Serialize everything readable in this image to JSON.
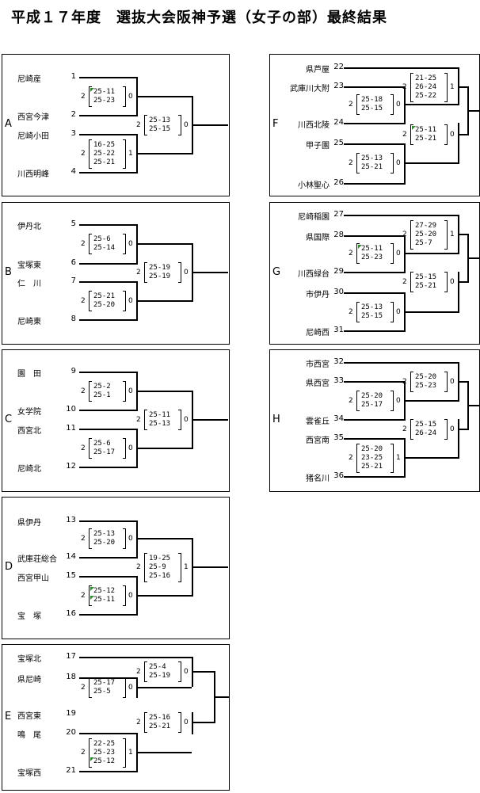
{
  "title": "平成１７年度　選抜大会阪神予選（女子の部）最終結果",
  "blocks": [
    {
      "letter": "A",
      "teams": [
        {
          "num": "1",
          "name": "尼崎産"
        },
        {
          "num": "2",
          "name": "西宮今津"
        },
        {
          "num": "3",
          "name": "尼崎小田"
        },
        {
          "num": "4",
          "name": "川西明峰"
        }
      ],
      "matches": [
        {
          "left": "2",
          "right": "0",
          "sets": [
            "25-11",
            "25-23"
          ],
          "marked": [
            true,
            false
          ]
        },
        {
          "left": "2",
          "right": "1",
          "sets": [
            "16-25",
            "25-22",
            "25-21"
          ],
          "marked": [
            false,
            false,
            false
          ]
        },
        {
          "left": "2",
          "right": "0",
          "sets": [
            "25-13",
            "25-15"
          ],
          "marked": [
            false,
            false
          ]
        }
      ]
    },
    {
      "letter": "B",
      "teams": [
        {
          "num": "5",
          "name": "伊丹北"
        },
        {
          "num": "6",
          "name": "宝塚東"
        },
        {
          "num": "7",
          "name": "仁　川"
        },
        {
          "num": "8",
          "name": "尼崎東"
        }
      ],
      "matches": [
        {
          "left": "2",
          "right": "0",
          "sets": [
            "25-6",
            "25-14"
          ],
          "marked": [
            false,
            false
          ]
        },
        {
          "left": "2",
          "right": "0",
          "sets": [
            "25-21",
            "25-20"
          ],
          "marked": [
            false,
            false
          ]
        },
        {
          "left": "2",
          "right": "0",
          "sets": [
            "25-19",
            "25-19"
          ],
          "marked": [
            false,
            false
          ]
        }
      ]
    },
    {
      "letter": "C",
      "teams": [
        {
          "num": "9",
          "name": "園　田"
        },
        {
          "num": "10",
          "name": "女学院"
        },
        {
          "num": "11",
          "name": "西宮北"
        },
        {
          "num": "12",
          "name": "尼崎北"
        }
      ],
      "matches": [
        {
          "left": "2",
          "right": "0",
          "sets": [
            "25-2",
            "25-1"
          ],
          "marked": [
            false,
            false
          ]
        },
        {
          "left": "2",
          "right": "0",
          "sets": [
            "25-6",
            "25-17"
          ],
          "marked": [
            false,
            false
          ]
        },
        {
          "left": "2",
          "right": "0",
          "sets": [
            "25-11",
            "25-13"
          ],
          "marked": [
            false,
            false
          ]
        }
      ]
    },
    {
      "letter": "D",
      "teams": [
        {
          "num": "13",
          "name": "県伊丹"
        },
        {
          "num": "14",
          "name": "武庫荘総合"
        },
        {
          "num": "15",
          "name": "西宮甲山"
        },
        {
          "num": "16",
          "name": "宝　塚"
        }
      ],
      "matches": [
        {
          "left": "2",
          "right": "0",
          "sets": [
            "25-13",
            "25-20"
          ],
          "marked": [
            false,
            false
          ]
        },
        {
          "left": "2",
          "right": "0",
          "sets": [
            "25-12",
            "25-11"
          ],
          "marked": [
            true,
            true
          ]
        },
        {
          "left": "2",
          "right": "1",
          "sets": [
            "19-25",
            "25-9",
            "25-16"
          ],
          "marked": [
            false,
            false,
            false
          ]
        }
      ]
    },
    {
      "letter": "E",
      "teams": [
        {
          "num": "17",
          "name": "宝塚北"
        },
        {
          "num": "18",
          "name": "県尼崎"
        },
        {
          "num": "19",
          "name": "西宮東"
        },
        {
          "num": "20",
          "name": "鳴　尾"
        },
        {
          "num": "21",
          "name": "宝塚西"
        }
      ],
      "matches": [
        {
          "left": "2",
          "right": "0",
          "sets": [
            "25-4",
            "25-19"
          ],
          "marked": [
            false,
            false
          ]
        },
        {
          "left": "2",
          "right": "0",
          "sets": [
            "25-17",
            "25-5"
          ],
          "marked": [
            false,
            false
          ]
        },
        {
          "left": "2",
          "right": "0",
          "sets": [
            "25-16",
            "25-21"
          ],
          "marked": [
            false,
            false
          ]
        },
        {
          "left": "2",
          "right": "1",
          "sets": [
            "22-25",
            "25-23",
            "25-12"
          ],
          "marked": [
            false,
            false,
            true
          ]
        }
      ]
    },
    {
      "letter": "F",
      "teams": [
        {
          "num": "22",
          "name": "県芦屋"
        },
        {
          "num": "23",
          "name": "武庫川大附"
        },
        {
          "num": "24",
          "name": "川西北陵"
        },
        {
          "num": "25",
          "name": "甲子園"
        },
        {
          "num": "26",
          "name": "小林聖心"
        }
      ],
      "matches": [
        {
          "left": "2",
          "right": "1",
          "sets": [
            "21-25",
            "26-24",
            "25-22"
          ],
          "marked": [
            false,
            false,
            false
          ]
        },
        {
          "left": "2",
          "right": "0",
          "sets": [
            "25-18",
            "25-15"
          ],
          "marked": [
            false,
            false
          ]
        },
        {
          "left": "2",
          "right": "0",
          "sets": [
            "25-11",
            "25-21"
          ],
          "marked": [
            true,
            false
          ]
        },
        {
          "left": "2",
          "right": "0",
          "sets": [
            "25-13",
            "25-21"
          ],
          "marked": [
            false,
            false
          ]
        }
      ]
    },
    {
      "letter": "G",
      "teams": [
        {
          "num": "27",
          "name": "尼崎稲園"
        },
        {
          "num": "28",
          "name": "県国際"
        },
        {
          "num": "29",
          "name": "川西緑台"
        },
        {
          "num": "30",
          "name": "市伊丹"
        },
        {
          "num": "31",
          "name": "尼崎西"
        }
      ],
      "matches": [
        {
          "left": "2",
          "right": "1",
          "sets": [
            "27-29",
            "25-20",
            "25-7"
          ],
          "marked": [
            false,
            false,
            false
          ]
        },
        {
          "left": "2",
          "right": "0",
          "sets": [
            "25-11",
            "25-23"
          ],
          "marked": [
            true,
            false
          ]
        },
        {
          "left": "2",
          "right": "0",
          "sets": [
            "25-15",
            "25-21"
          ],
          "marked": [
            false,
            false
          ]
        },
        {
          "left": "2",
          "right": "0",
          "sets": [
            "25-13",
            "25-15"
          ],
          "marked": [
            false,
            false
          ]
        }
      ]
    },
    {
      "letter": "H",
      "teams": [
        {
          "num": "32",
          "name": "市西宮"
        },
        {
          "num": "33",
          "name": "県西宮"
        },
        {
          "num": "34",
          "name": "雲雀丘"
        },
        {
          "num": "35",
          "name": "西宮南"
        },
        {
          "num": "36",
          "name": "猪名川"
        }
      ],
      "matches": [
        {
          "left": "2",
          "right": "0",
          "sets": [
            "25-20",
            "25-23"
          ],
          "marked": [
            false,
            false
          ]
        },
        {
          "left": "2",
          "right": "0",
          "sets": [
            "25-20",
            "25-17"
          ],
          "marked": [
            false,
            false
          ]
        },
        {
          "left": "2",
          "right": "0",
          "sets": [
            "25-15",
            "26-24"
          ],
          "marked": [
            false,
            false
          ]
        },
        {
          "left": "2",
          "right": "1",
          "sets": [
            "25-20",
            "23-25",
            "25-21"
          ],
          "marked": [
            false,
            false,
            false
          ]
        }
      ]
    }
  ]
}
